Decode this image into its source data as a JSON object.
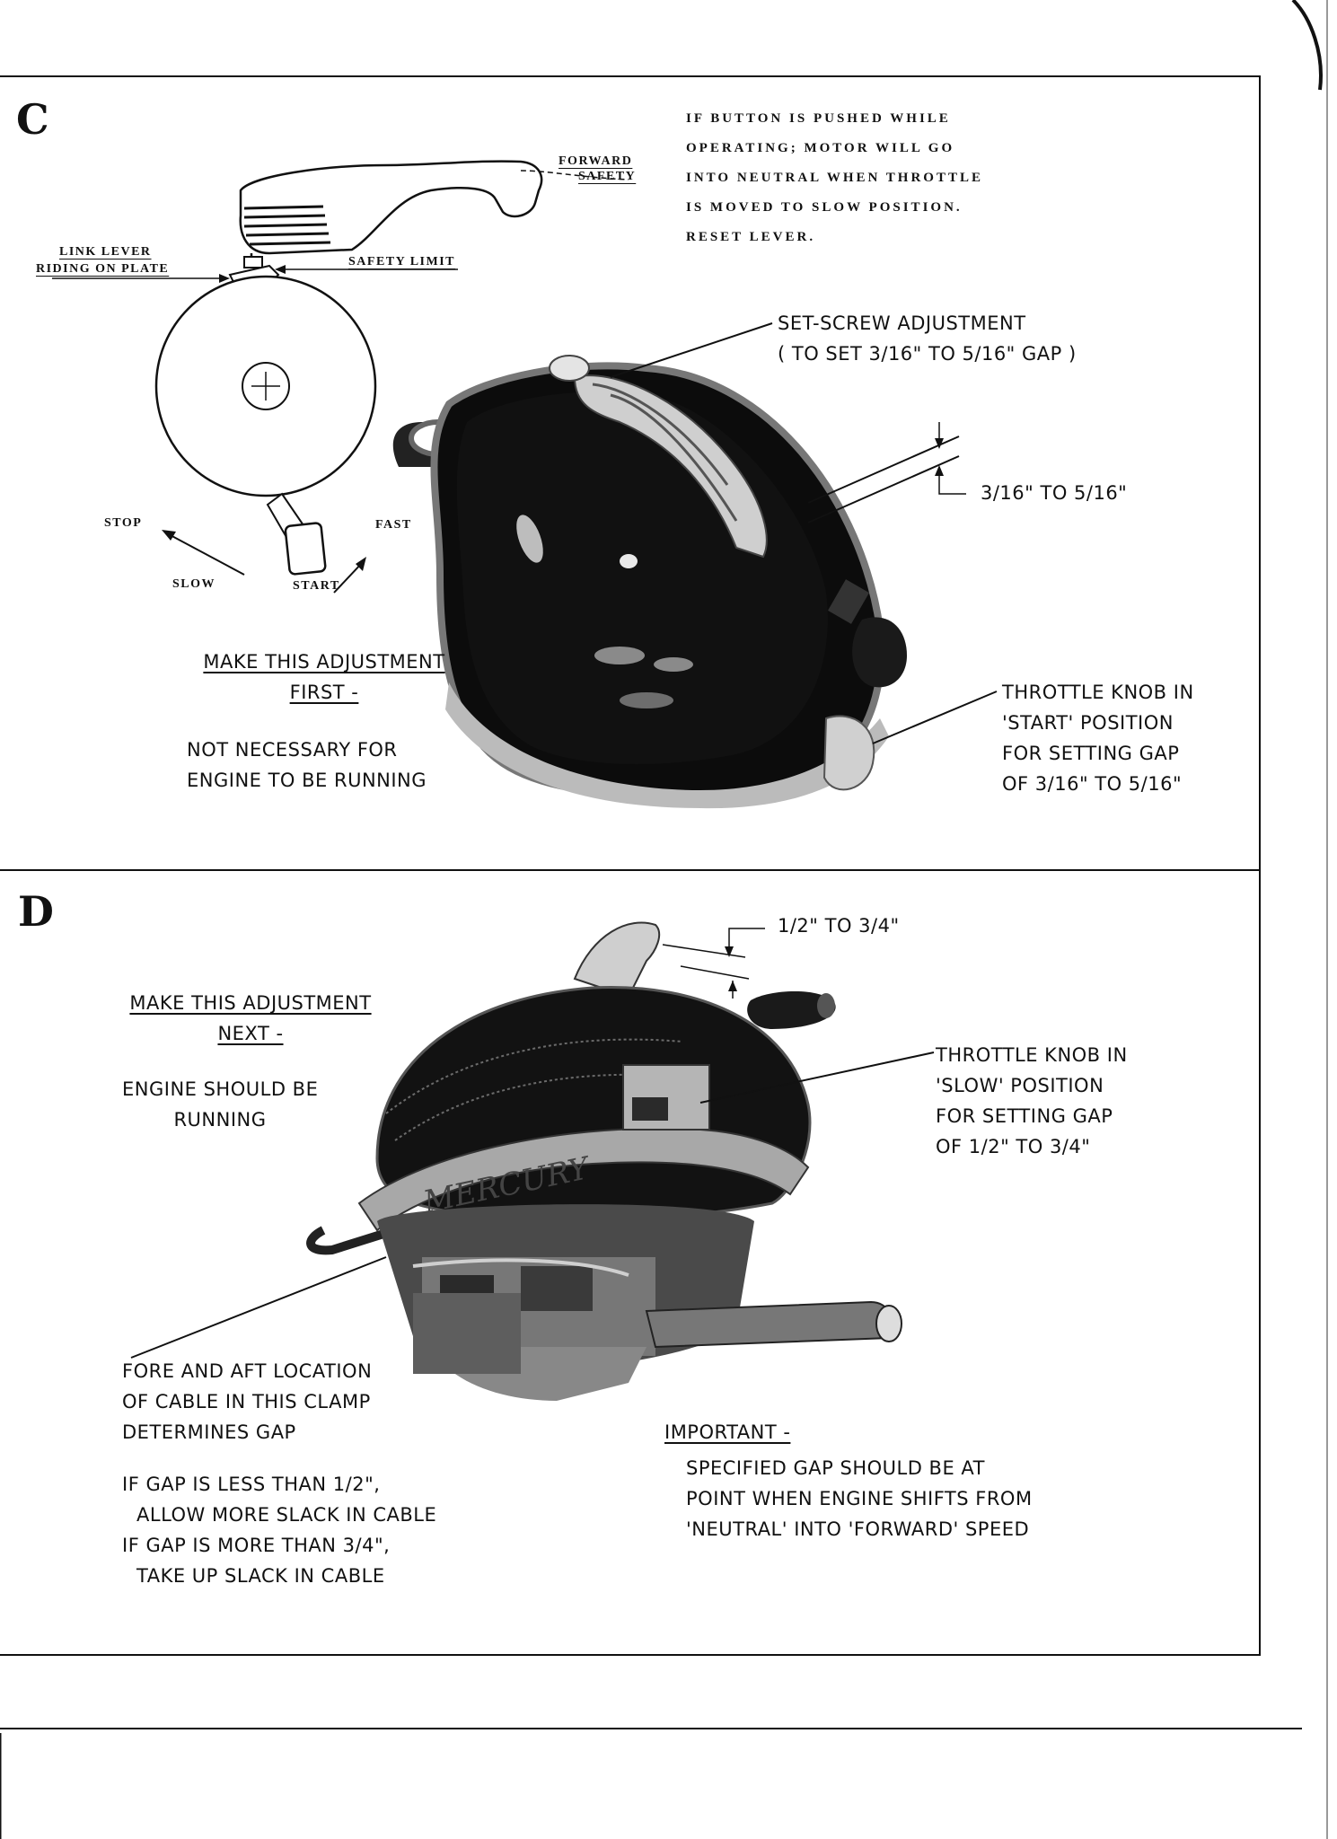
{
  "section_c": {
    "letter": "C",
    "diagram": {
      "forward": "FORWARD",
      "safety": "SAFETY",
      "link_lever": "LINK LEVER",
      "riding_on_plate": "RIDING ON PLATE",
      "safety_limit": "SAFETY LIMIT",
      "stop": "STOP",
      "slow": "SLOW",
      "start": "START",
      "fast": "FAST"
    },
    "note_lines": [
      "IF BUTTON IS PUSHED WHILE",
      "OPERATING; MOTOR WILL GO",
      "INTO NEUTRAL WHEN THROTTLE",
      "IS MOVED TO SLOW POSITION.",
      "RESET LEVER."
    ],
    "setscrew_lines": [
      "SET-SCREW ADJUSTMENT",
      "( TO SET 3/16\" TO 5/16\" GAP )"
    ],
    "gap_label": "3/16\" TO 5/16\"",
    "heading_lines": [
      "MAKE THIS ADJUSTMENT",
      "FIRST -"
    ],
    "body_lines": [
      "NOT NECESSARY FOR",
      "ENGINE TO BE RUNNING"
    ],
    "throttle_lines": [
      "THROTTLE KNOB IN",
      "'START' POSITION",
      "FOR SETTING GAP",
      "OF 3/16\" TO 5/16\""
    ]
  },
  "section_d": {
    "letter": "D",
    "gap_label": "1/2\" TO 3/4\"",
    "heading_lines": [
      "MAKE THIS ADJUSTMENT",
      "NEXT -"
    ],
    "engine_lines": [
      "ENGINE SHOULD BE",
      "RUNNING"
    ],
    "throttle_lines": [
      "THROTTLE KNOB IN",
      "'SLOW' POSITION",
      "FOR SETTING GAP",
      "OF 1/2\" TO 3/4\""
    ],
    "brand": "MERCURY",
    "clamp_lines": [
      "FORE AND AFT LOCATION",
      "OF CABLE IN THIS CLAMP",
      "DETERMINES GAP"
    ],
    "slack_lines": [
      "IF GAP IS LESS THAN 1/2\",",
      "ALLOW MORE SLACK IN CABLE",
      "IF GAP IS MORE THAN 3/4\",",
      "TAKE UP SLACK IN CABLE"
    ],
    "important_label": "IMPORTANT -",
    "important_lines": [
      "SPECIFIED GAP SHOULD BE AT",
      "POINT WHEN ENGINE SHIFTS FROM",
      "'NEUTRAL' INTO 'FORWARD' SPEED"
    ]
  }
}
